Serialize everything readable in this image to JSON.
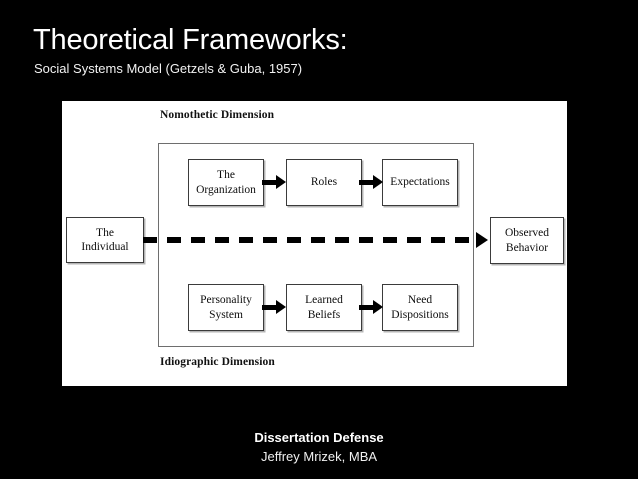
{
  "slide": {
    "background_color": "#000000",
    "title": "Theoretical Frameworks:",
    "subtitle": "Social Systems Model (Getzels & Guba, 1957)"
  },
  "diagram": {
    "panel_color": "#ffffff",
    "labels": {
      "top_dimension": "Nomothetic Dimension",
      "bottom_dimension": "Idiographic Dimension"
    },
    "nodes": {
      "individual": {
        "line1": "The",
        "line2": "Individual"
      },
      "organization": {
        "line1": "The",
        "line2": "Organization"
      },
      "roles": {
        "line1": "Roles",
        "line2": ""
      },
      "expectations": {
        "line1": "Expectations",
        "line2": ""
      },
      "personality": {
        "line1": "Personality",
        "line2": "System"
      },
      "beliefs": {
        "line1": "Learned",
        "line2": "Beliefs"
      },
      "dispositions": {
        "line1": "Need",
        "line2": "Dispositions"
      },
      "behavior": {
        "line1": "Observed",
        "line2": "Behavior"
      }
    },
    "connectors": {
      "nomothetic_flow": [
        "organization",
        "roles",
        "expectations"
      ],
      "idiographic_flow": [
        "personality",
        "beliefs",
        "dispositions"
      ],
      "central_axis": "The Individual -> Observed Behavior (dashed)"
    }
  },
  "footer": {
    "event": "Dissertation Defense",
    "author": "Jeffrey Mrizek, MBA"
  }
}
